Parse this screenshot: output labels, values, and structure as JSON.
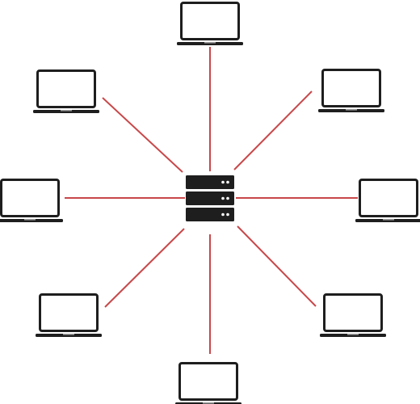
{
  "diagram": {
    "type": "star-network",
    "hub": {
      "icon": "server-rack-icon",
      "units": 3
    },
    "nodes": [
      {
        "id": "top",
        "icon": "laptop-icon"
      },
      {
        "id": "top-right",
        "icon": "laptop-icon"
      },
      {
        "id": "right",
        "icon": "laptop-icon"
      },
      {
        "id": "bottom-right",
        "icon": "laptop-icon"
      },
      {
        "id": "bottom",
        "icon": "laptop-icon"
      },
      {
        "id": "bottom-left",
        "icon": "laptop-icon"
      },
      {
        "id": "left",
        "icon": "laptop-icon"
      },
      {
        "id": "top-left",
        "icon": "laptop-icon"
      }
    ],
    "colors": {
      "link": "#c8484a",
      "device": "#1e1e1e",
      "background": "#ffffff"
    }
  }
}
